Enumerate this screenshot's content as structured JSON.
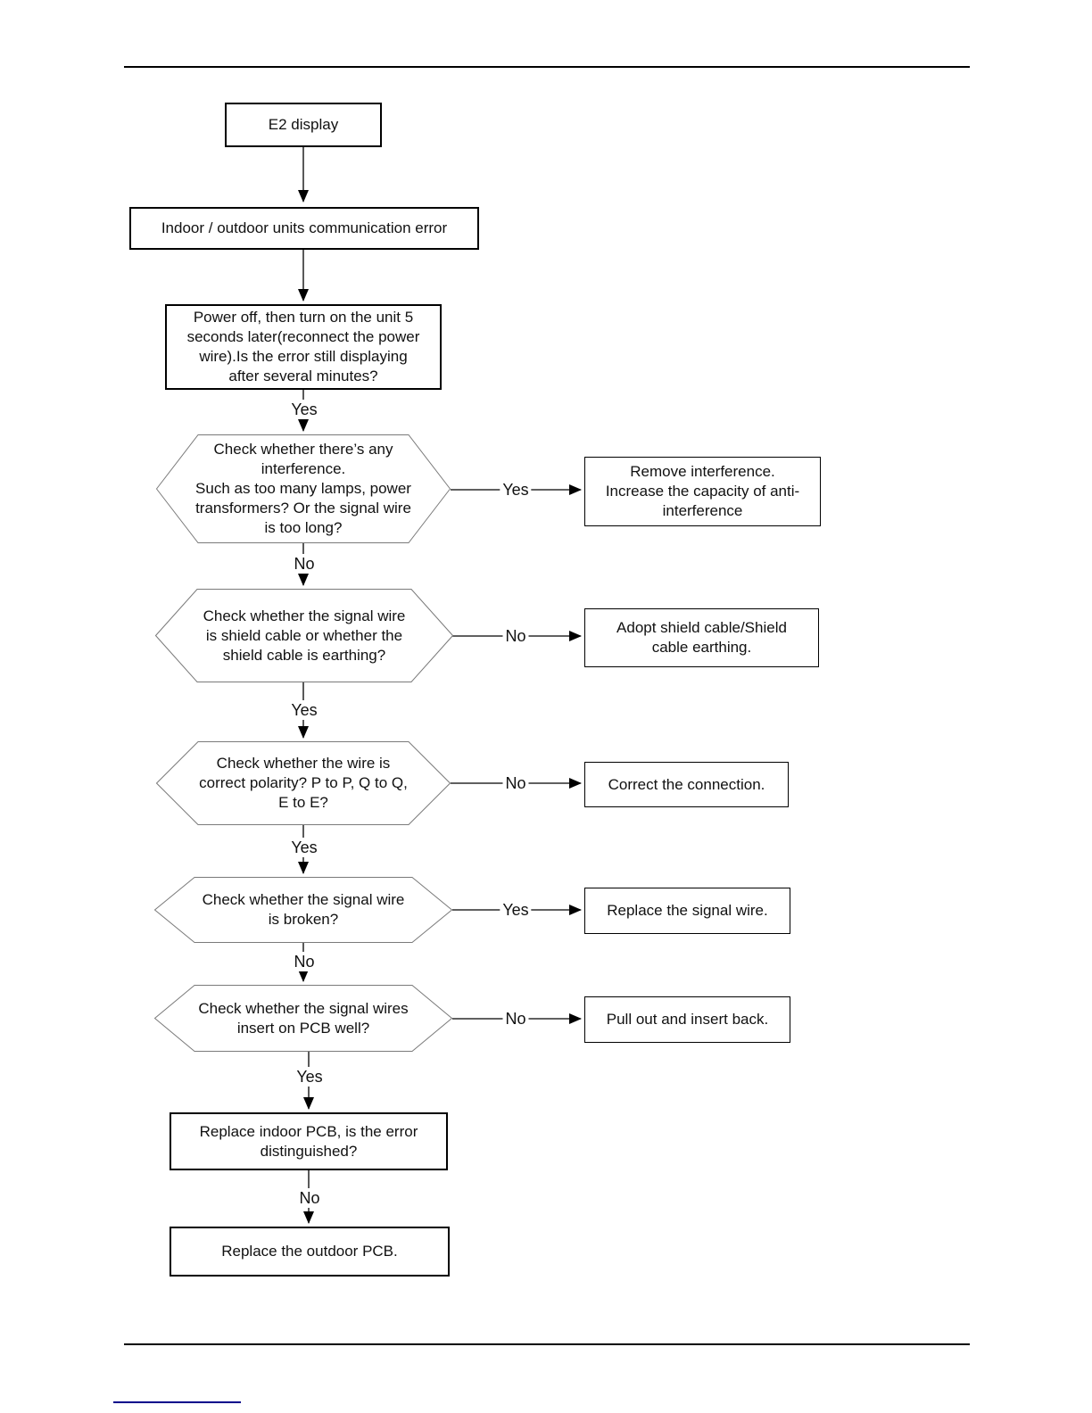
{
  "colors": {
    "rule": "#000000",
    "footer_link_line": "#00008b",
    "line": "#000000",
    "hexagon_border": "#7a7a7a",
    "text": "#111111"
  },
  "flowchart": {
    "nodes": {
      "e2_display": {
        "text": "E2 display"
      },
      "comm_error": {
        "text": "Indoor / outdoor units communication error"
      },
      "power_cycle": {
        "text": "Power off, then turn on the unit 5\nseconds later(reconnect the power\nwire).Is the error still displaying\nafter several minutes?"
      },
      "check_interference": {
        "text": "Check whether there’s any\ninterference.\nSuch as too many lamps, power\ntransformers? Or the signal wire\nis too long?"
      },
      "remove_interference": {
        "text": "Remove interference.\nIncrease the capacity of anti-\ninterference"
      },
      "check_shield_cable": {
        "text": "Check whether the signal wire\nis shield cable or whether the\nshield cable is earthing?"
      },
      "adopt_shield_cable": {
        "text": "Adopt shield cable/Shield\ncable earthing."
      },
      "check_polarity": {
        "text": "Check whether the wire is\ncorrect polarity? P to P, Q to Q,\nE to E?"
      },
      "correct_connection": {
        "text": "Correct the connection."
      },
      "check_wire_broken": {
        "text": "Check whether the signal wire\nis broken?"
      },
      "replace_signal_wire": {
        "text": "Replace the signal wire."
      },
      "check_pcb_insertion": {
        "text": "Check whether the signal wires\ninsert on PCB well?"
      },
      "pull_out_insert_back": {
        "text": "Pull out and insert back."
      },
      "replace_indoor_pcb": {
        "text": "Replace indoor PCB, is the error\ndistinguished?"
      },
      "replace_outdoor_pcb": {
        "text": "Replace the outdoor PCB."
      }
    },
    "edges": {
      "power_yes": {
        "label": "Yes"
      },
      "interference_side_yes": {
        "label": "Yes"
      },
      "interference_down_no": {
        "label": "No"
      },
      "shield_side_no": {
        "label": "No"
      },
      "shield_down_yes": {
        "label": "Yes"
      },
      "polarity_side_no": {
        "label": "No"
      },
      "polarity_down_yes": {
        "label": "Yes"
      },
      "broken_side_yes": {
        "label": "Yes"
      },
      "broken_down_no": {
        "label": "No"
      },
      "pcb_side_no": {
        "label": "No"
      },
      "pcb_down_yes": {
        "label": "Yes"
      },
      "indoor_pcb_no": {
        "label": "No"
      }
    }
  }
}
